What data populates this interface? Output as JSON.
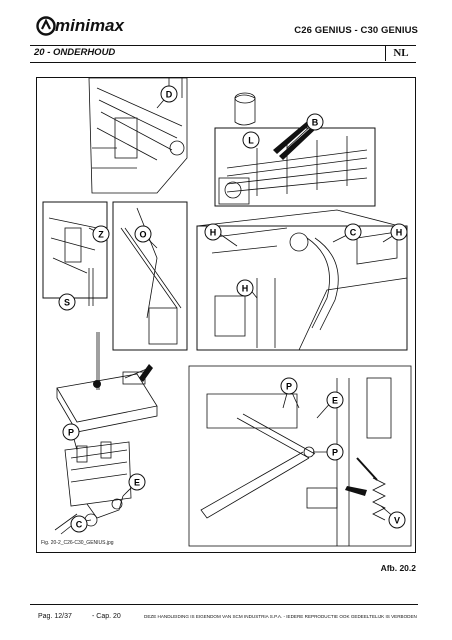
{
  "header": {
    "logo_text": "minimax",
    "model": "C26 GENIUS - C30 GENIUS",
    "section": "20  -  ONDERHOUD",
    "language": "NL"
  },
  "figure": {
    "callouts": [
      "D",
      "L",
      "B",
      "Z",
      "O",
      "H",
      "C",
      "H",
      "H",
      "S",
      "P",
      "E",
      "P",
      "P",
      "E",
      "C",
      "V"
    ],
    "caption": "Fig. 20-2_C26-C30_GENIUS.jpg",
    "number": "Afb. 20.2"
  },
  "footer": {
    "page": "Pag.  12/37",
    "chapter": "- Cap.    20",
    "disclaimer": "DEZE HANDLEIDING IS EIGENDOM VAN SCM INDUSTRIA S.P.A. - IEDERE REPRODUCTIE OOK GEDEELTELIJK IS VERBODEN"
  },
  "colors": {
    "ink": "#111111",
    "background": "#ffffff"
  }
}
